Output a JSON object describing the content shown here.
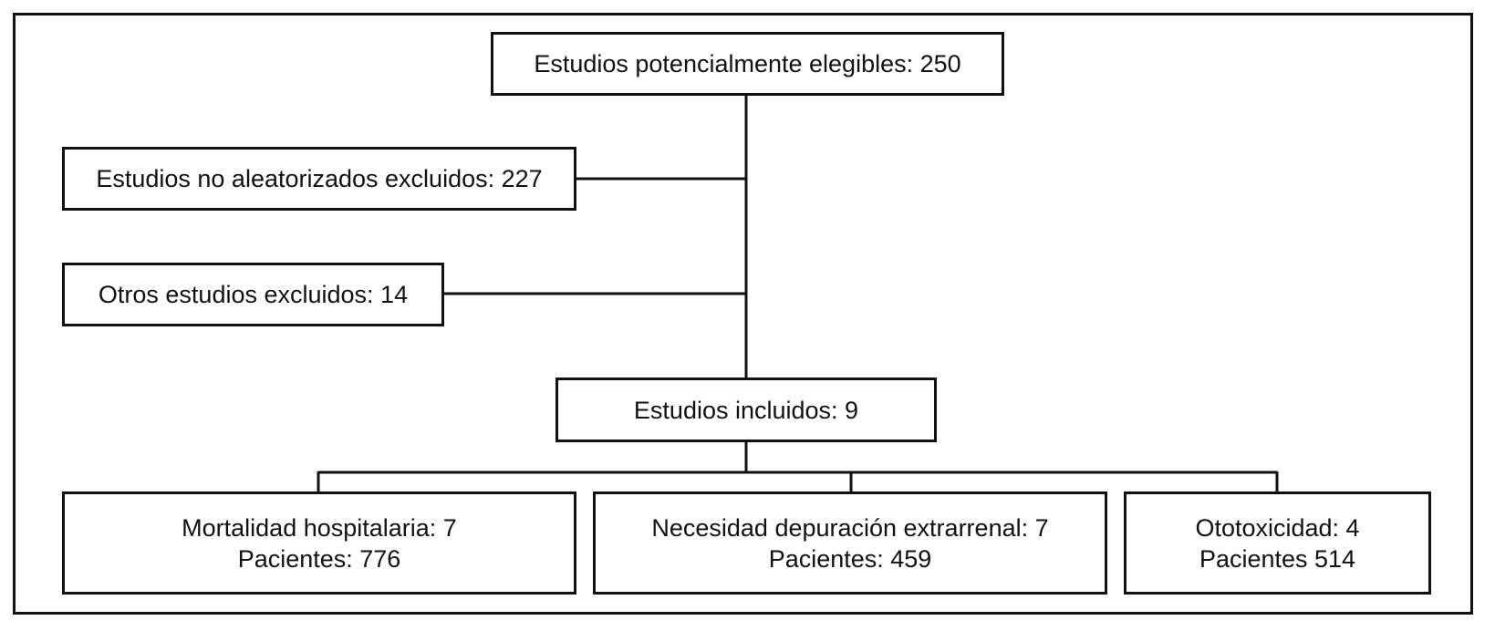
{
  "flowchart": {
    "eligible": "Estudios potencialmente elegibles: 250",
    "excluded_non_randomized": "Estudios no aleatorizados excluidos: 227",
    "excluded_other": "Otros estudios excluidos: 14",
    "included": "Estudios incluidos: 9",
    "outcomes": [
      {
        "title": "Mortalidad hospitalaria: 7",
        "patients": "Pacientes: 776"
      },
      {
        "title": "Necesidad depuración extrarrenal: 7",
        "patients": "Pacientes: 459"
      },
      {
        "title": "Ototoxicidad: 4",
        "patients": "Pacientes 514"
      }
    ]
  }
}
